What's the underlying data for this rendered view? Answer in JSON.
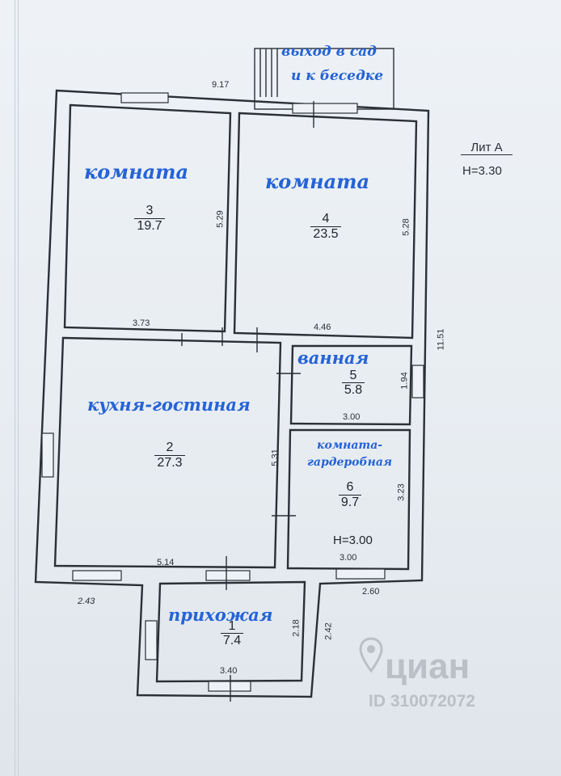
{
  "exit_note": {
    "line1": "выход в сад",
    "line2": "и к беседке"
  },
  "lit": {
    "name": "Лит А",
    "height": "H=3.30"
  },
  "rooms": [
    {
      "label": "комната",
      "number": "3",
      "area": "19.7"
    },
    {
      "label": "комната",
      "number": "4",
      "area": "23.5"
    },
    {
      "label": "кухня-гостиная",
      "number": "2",
      "area": "27.3"
    },
    {
      "label": "ванная",
      "number": "5",
      "area": "5.8"
    },
    {
      "label_line1": "комната-",
      "label_line2": "гардеробная",
      "number": "6",
      "area": "9.7",
      "height": "H=3.00"
    },
    {
      "label": "прихожая",
      "number": "1",
      "area": "7.4"
    }
  ],
  "dimensions": {
    "top_width": "9.17",
    "room3_height": "5.29",
    "room3_width": "3.73",
    "room4_height": "5.28",
    "room4_width": "4.46",
    "total_height": "11.51",
    "room5_height": "1.94",
    "room5_width": "3.00",
    "room2_height": "5.31",
    "room6_height": "3.23",
    "room6_width": "3.00",
    "room2_width": "5.14",
    "left_offset": "2.43",
    "right_offset": "2.60",
    "hall_height": "2.18",
    "hall_side": "2.42",
    "hall_width": "3.40"
  },
  "watermark": {
    "brand": "циан",
    "id": "ID 310072072"
  }
}
